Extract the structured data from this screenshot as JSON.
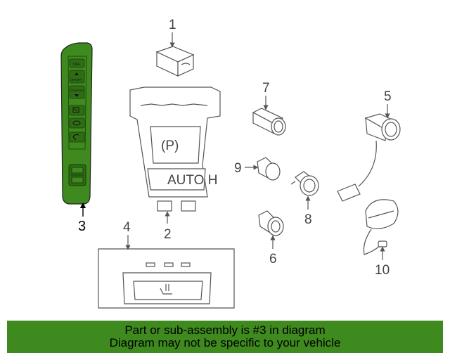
{
  "colors": {
    "highlight_fill": "#3f8a1f",
    "banner_bg": "#3f8a1f",
    "banner_text": "#000000",
    "line": "#555555",
    "callout_text": "#444444"
  },
  "callouts": {
    "n1": "1",
    "n2": "2",
    "n3": "3",
    "n4": "4",
    "n5": "5",
    "n6": "6",
    "n7": "7",
    "n8": "8",
    "n9": "9",
    "n10": "10"
  },
  "switch_panel": {
    "btn_off": "OFF",
    "btn_sport": "SPORT",
    "btn_comfort": "COMFORT"
  },
  "console": {
    "park_symbol": "(P)",
    "auto_hold_label": "AUTO H"
  },
  "banner": {
    "line1": "Part or sub-assembly is #3 in diagram",
    "line2": "Diagram may not be specific to your vehicle"
  }
}
